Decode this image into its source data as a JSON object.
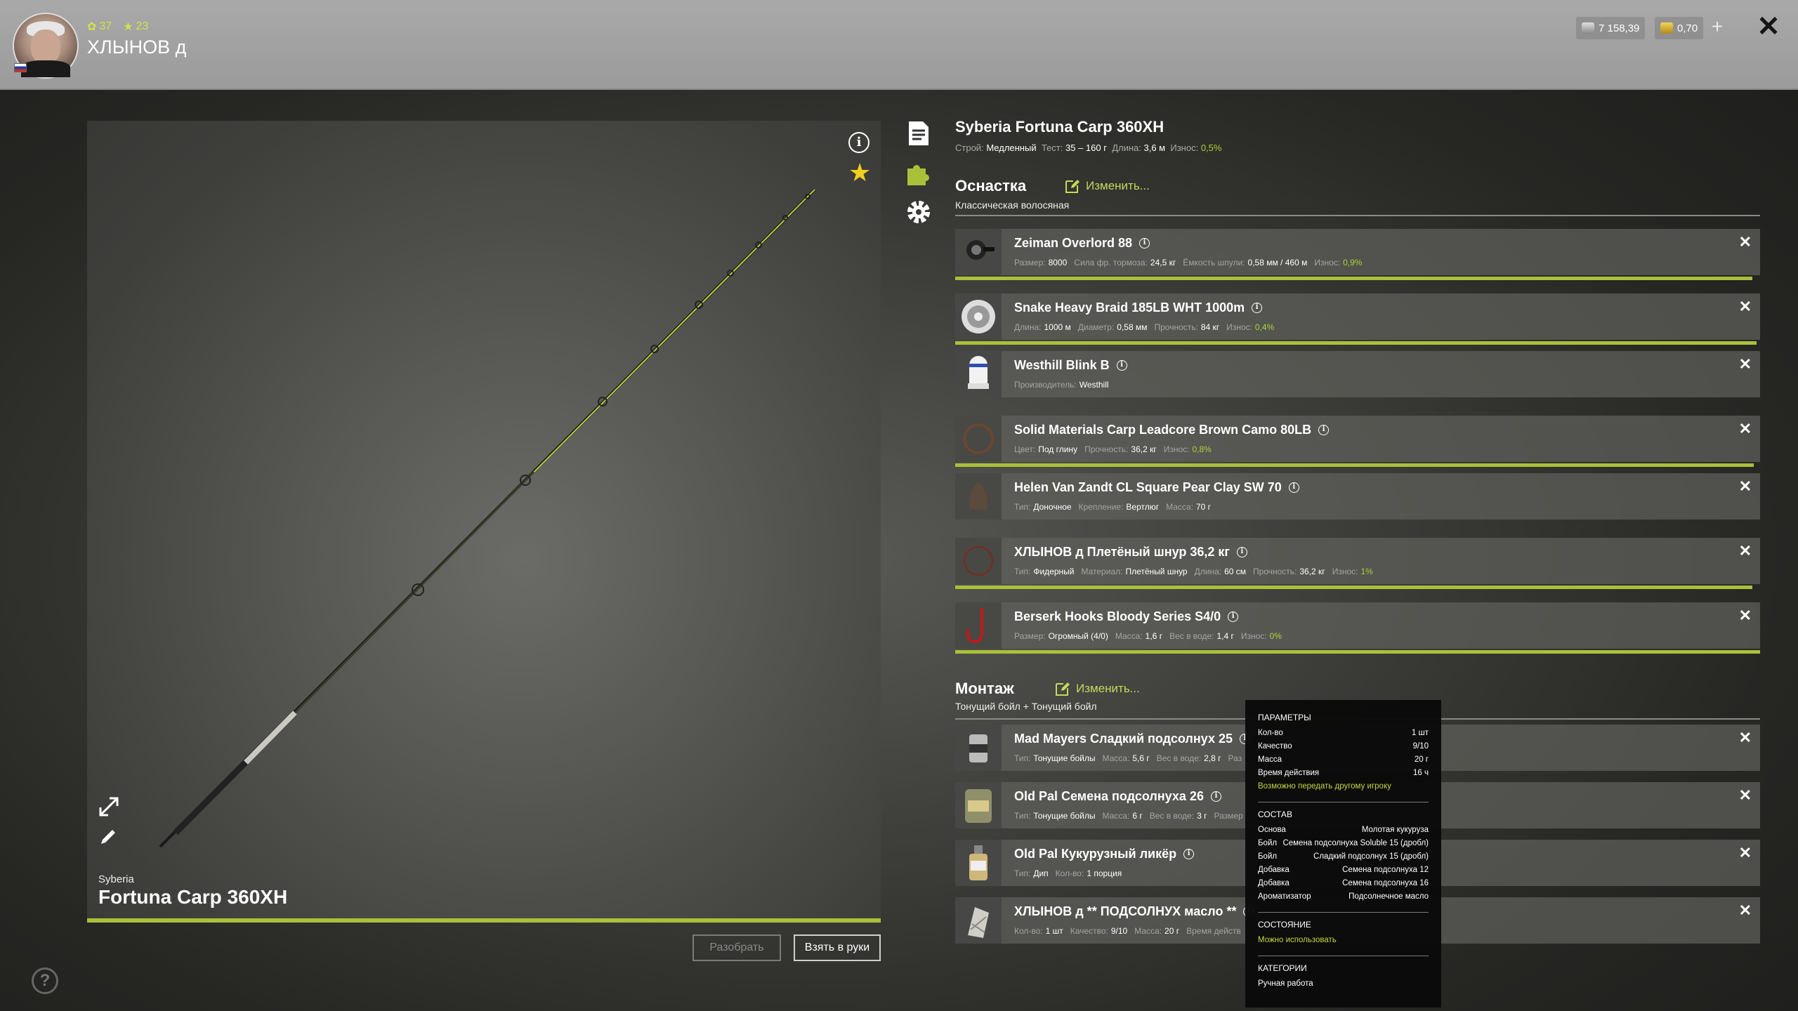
{
  "player": {
    "level": "37",
    "rank": "23",
    "name": "ХЛЫНОВ д"
  },
  "currency": [
    {
      "icon": "silver-icon",
      "value": "7 158,39"
    },
    {
      "icon": "gold-icon",
      "value": "0,70"
    }
  ],
  "top_actions": {
    "plus": "+",
    "close": "✕"
  },
  "preview": {
    "brand": "Syberia",
    "title": "Fortuna Carp 360XH",
    "disassemble_label": "Разобрать",
    "take_label": "Взять в руки"
  },
  "rod": {
    "title": "Syberia Fortuna Carp 360XH",
    "stats": [
      {
        "label": "Строй:",
        "value": "Медленный"
      },
      {
        "label": "Тест:",
        "value": "35 – 160 г"
      },
      {
        "label": "Длина:",
        "value": "3,6 м"
      },
      {
        "label": "Износ:",
        "value": "0,5%",
        "green": true
      }
    ]
  },
  "tackle": {
    "title": "Оснастка",
    "change_label": "Изменить...",
    "subtitle": "Классическая волосяная",
    "items": [
      {
        "name": "Zeiman Overlord 88",
        "thumb": "reel",
        "stats": [
          [
            "Размер:",
            "8000"
          ],
          [
            "Сила фр. тормоза:",
            "24,5 кг"
          ],
          [
            "Ёмкость шпули:",
            "0,58 мм / 460 м"
          ],
          [
            "Износ:",
            "0,9%",
            "g"
          ]
        ],
        "wear": 0.99
      },
      {
        "name": "Snake Heavy Braid 185LB WHT 1000m",
        "thumb": "line",
        "stats": [
          [
            "Длина:",
            "1000 м"
          ],
          [
            "Диаметр:",
            "0,58 мм"
          ],
          [
            "Прочность:",
            "84 кг"
          ],
          [
            "Износ:",
            "0,4%",
            "g"
          ]
        ],
        "wear": 0.996
      },
      {
        "name": "Westhill Blink B",
        "thumb": "bobber",
        "stats": [
          [
            "Производитель:",
            "Westhill"
          ]
        ]
      },
      {
        "name": "Solid Materials Carp Leadcore Brown Camo 80LB",
        "thumb": "leadcore",
        "stats": [
          [
            "Цвет:",
            "Под глину"
          ],
          [
            "Прочность:",
            "36,2 кг"
          ],
          [
            "Износ:",
            "0,8%",
            "g"
          ]
        ],
        "wear": 0.992
      },
      {
        "name": "Helen Van Zandt CL Square Pear Clay SW 70",
        "thumb": "sinker",
        "stats": [
          [
            "Тип:",
            "Доночное"
          ],
          [
            "Крепление:",
            "Вертлюг"
          ],
          [
            "Масса:",
            "70 г"
          ]
        ]
      },
      {
        "name": "ХЛЫНОВ д Плетёный шнур 36,2 кг",
        "thumb": "leader",
        "stats": [
          [
            "Тип:",
            "Фидерный"
          ],
          [
            "Материал:",
            "Плетёный шнур"
          ],
          [
            "Длина:",
            "60 см"
          ],
          [
            "Прочность:",
            "36,2 кг"
          ],
          [
            "Износ:",
            "1%",
            "g"
          ]
        ],
        "wear": 0.99
      },
      {
        "name": "Berserk Hooks Bloody Series S4/0",
        "thumb": "hook",
        "stats": [
          [
            "Размер:",
            "Огромный (4/0)"
          ],
          [
            "Масса:",
            "1,6 г"
          ],
          [
            "Вес в воде:",
            "1,4 г"
          ],
          [
            "Износ:",
            "0%",
            "g"
          ]
        ],
        "wear": 1.0
      }
    ]
  },
  "montage": {
    "title": "Монтаж",
    "change_label": "Изменить...",
    "subtitle": "Тонущий бойл + Тонущий бойл",
    "items": [
      {
        "name": "Mad Mayers Сладкий подсолнух 25",
        "thumb": "jar",
        "stats": [
          [
            "Тип:",
            "Тонущие бойлы"
          ],
          [
            "Масса:",
            "5,6 г"
          ],
          [
            "Вес в воде:",
            "2,8 г"
          ],
          [
            "Раз",
            ""
          ]
        ]
      },
      {
        "name": "Old Pal Семена подсолнуха 26",
        "thumb": "jar2",
        "stats": [
          [
            "Тип:",
            "Тонущие бойлы"
          ],
          [
            "Масса:",
            "6 г"
          ],
          [
            "Вес в воде:",
            "3 г"
          ],
          [
            "Размер",
            ""
          ]
        ]
      },
      {
        "name": "Old Pal Кукурузный ликёр",
        "thumb": "bottle",
        "stats": [
          [
            "Тип:",
            "Дип"
          ],
          [
            "Кол-во:",
            "1 порция"
          ]
        ]
      },
      {
        "name": "ХЛЫНОВ д ** ПОДСОЛНУХ масло **",
        "thumb": "bag",
        "stats": [
          [
            "Кол-во:",
            "1 шт"
          ],
          [
            "Качество:",
            "9/10"
          ],
          [
            "Масса:",
            "20 г"
          ],
          [
            "Время действ",
            ""
          ]
        ]
      }
    ]
  },
  "tooltip": {
    "params_title": "ПАРАМЕТРЫ",
    "params": [
      [
        "Кол-во",
        "1 шт"
      ],
      [
        "Качество",
        "9/10"
      ],
      [
        "Масса",
        "20 г"
      ],
      [
        "Время действия",
        "16 ч"
      ]
    ],
    "transfer_note": "Возможно передать другому игроку",
    "composition_title": "СОСТАВ",
    "composition": [
      [
        "Основа",
        "Молотая кукуруза"
      ],
      [
        "Бойл",
        "Семена подсолнуха Soluble 15 (дробл)"
      ],
      [
        "Бойл",
        "Сладкий подсолнух 15 (дробл)"
      ],
      [
        "Добавка",
        "Семена подсолнуха 12"
      ],
      [
        "Добавка",
        "Семена подсолнуха 16"
      ],
      [
        "Ароматизатор",
        "Подсолнечное масло"
      ]
    ],
    "state_title": "СОСТОЯНИЕ",
    "state_value": "Можно использовать",
    "categories_title": "КАТЕГОРИИ",
    "categories_value": "Ручная работа"
  },
  "help": "?",
  "colors": {
    "accent": "#a9c13a",
    "green_text": "#a9d43a",
    "gold": "#f2cf1f"
  }
}
